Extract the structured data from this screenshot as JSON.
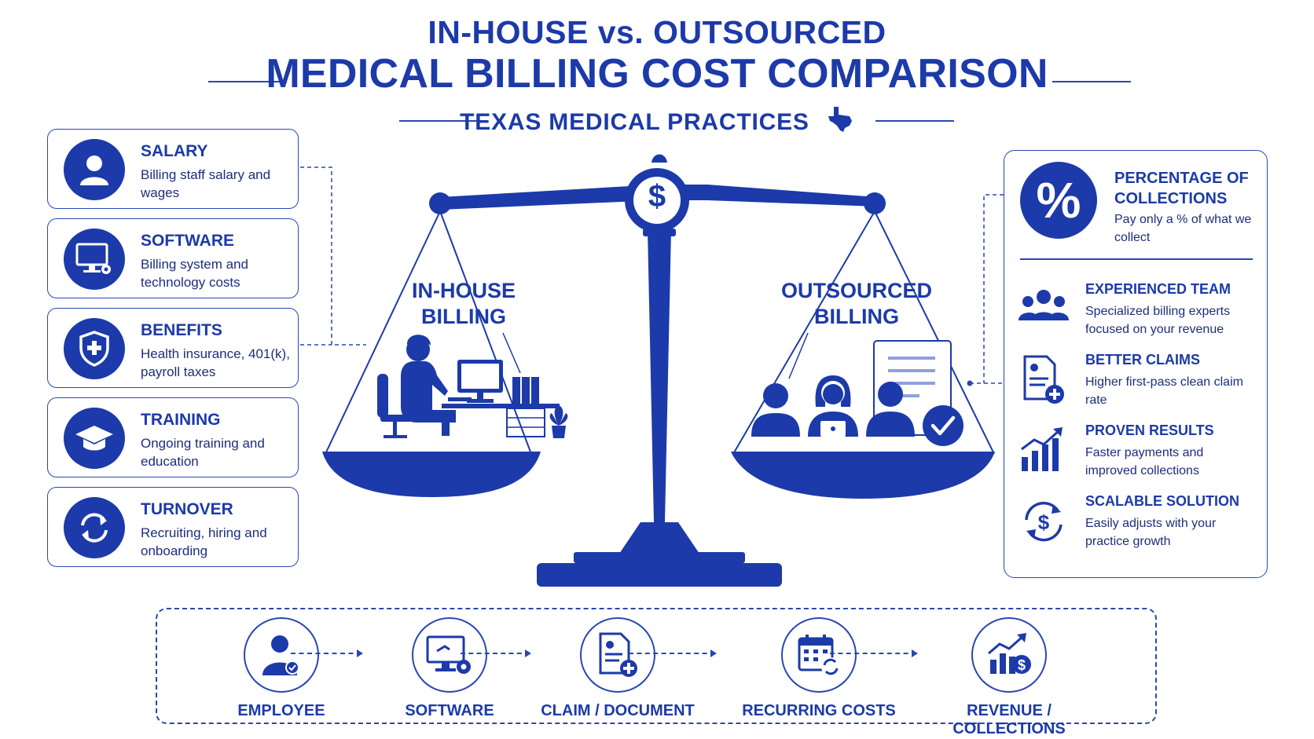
{
  "header": {
    "title_line1": "IN-HOUSE vs. OUTSOURCED",
    "title_line2": "MEDICAL BILLING COST COMPARISON",
    "subtitle": "TEXAS MEDICAL PRACTICES"
  },
  "colors": {
    "primary": "#1c3aa9",
    "text_dark": "#1c2e7a",
    "background": "#ffffff"
  },
  "left_costs": [
    {
      "title": "SALARY",
      "desc": "Billing staff salary and wages",
      "icon": "person-icon"
    },
    {
      "title": "SOFTWARE",
      "desc": "Billing system and technology costs",
      "icon": "computer-gear-icon"
    },
    {
      "title": "BENEFITS",
      "desc": "Health insurance, 401(k), payroll taxes",
      "icon": "shield-plus-icon"
    },
    {
      "title": "TRAINING",
      "desc": "Ongoing training and education",
      "icon": "graduation-cap-icon"
    },
    {
      "title": "TURNOVER",
      "desc": "Recruiting, hiring and onboarding",
      "icon": "cycle-arrows-icon"
    }
  ],
  "scale": {
    "left_label": "IN-HOUSE\nBILLING",
    "right_label": "OUTSOURCED\nBILLING",
    "center_symbol": "$"
  },
  "right_panel": {
    "top": {
      "symbol": "%",
      "title": "PERCENTAGE OF COLLECTIONS",
      "desc": "Pay only a % of what we collect"
    },
    "items": [
      {
        "title": "EXPERIENCED TEAM",
        "desc": "Specialized billing experts focused on your revenue",
        "icon": "team-icon"
      },
      {
        "title": "BETTER CLAIMS",
        "desc": "Higher first-pass clean claim rate",
        "icon": "claim-document-icon"
      },
      {
        "title": "PROVEN RESULTS",
        "desc": "Faster payments and improved collections",
        "icon": "growth-chart-icon"
      },
      {
        "title": "SCALABLE SOLUTION",
        "desc": "Easily adjusts with your practice growth",
        "icon": "dollar-cycle-icon"
      }
    ]
  },
  "process_steps": [
    {
      "label": "EMPLOYEE",
      "icon": "employee-icon"
    },
    {
      "label": "SOFTWARE",
      "icon": "software-icon"
    },
    {
      "label": "CLAIM / DOCUMENT",
      "icon": "claim-icon"
    },
    {
      "label": "RECURRING COSTS",
      "icon": "calendar-cycle-icon"
    },
    {
      "label": "REVENUE / COLLECTIONS",
      "icon": "revenue-chart-icon"
    }
  ]
}
